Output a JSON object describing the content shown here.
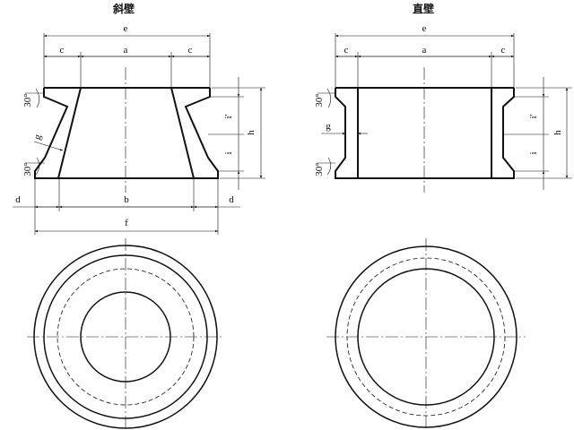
{
  "titles": {
    "slanted": "斜壁",
    "straight": "直壁"
  },
  "dims": {
    "a": "a",
    "b": "b",
    "c": "c",
    "d": "d",
    "e": "e",
    "f": "f",
    "g": "g",
    "h": "h",
    "i": "i",
    "i_prime": "i'",
    "angle": "30°"
  },
  "colors": {
    "line": "#111111",
    "background": "#ffffff"
  }
}
